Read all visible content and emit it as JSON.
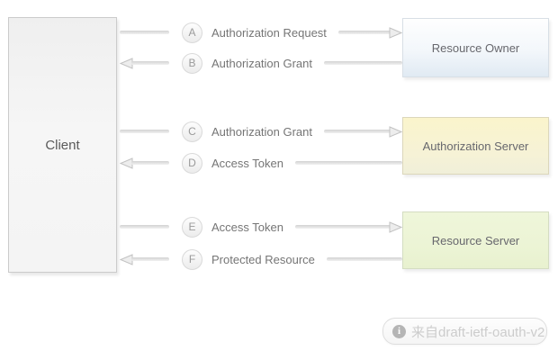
{
  "client": {
    "label": "Client"
  },
  "entities": [
    {
      "id": "resource-owner",
      "label": "Resource Owner",
      "theme_color": "#e0eaf3"
    },
    {
      "id": "authorization-server",
      "label": "Authorization Server",
      "theme_color": "#faf4cc"
    },
    {
      "id": "resource-server",
      "label": "Resource Server",
      "theme_color": "#ecf4d5"
    }
  ],
  "flows": [
    {
      "step": "A",
      "label": "Authorization Request",
      "direction": "right",
      "from": "Client",
      "to": "Resource Owner"
    },
    {
      "step": "B",
      "label": "Authorization Grant",
      "direction": "left",
      "from": "Resource Owner",
      "to": "Client"
    },
    {
      "step": "C",
      "label": "Authorization Grant",
      "direction": "right",
      "from": "Client",
      "to": "Authorization Server"
    },
    {
      "step": "D",
      "label": "Access Token",
      "direction": "left",
      "from": "Authorization Server",
      "to": "Client"
    },
    {
      "step": "E",
      "label": "Access Token",
      "direction": "right",
      "from": "Client",
      "to": "Resource Server"
    },
    {
      "step": "F",
      "label": "Protected Resource",
      "direction": "left",
      "from": "Resource Server",
      "to": "Client"
    }
  ],
  "watermark": {
    "icon": "info-icon",
    "text": "来自draft-ietf-oauth-v2"
  },
  "colors": {
    "line": "#d2d2d2",
    "label_text": "#757575",
    "box_border": "#cfcfcf",
    "client_fill": "#f4f4f4",
    "watermark_text": "#cccccc"
  }
}
